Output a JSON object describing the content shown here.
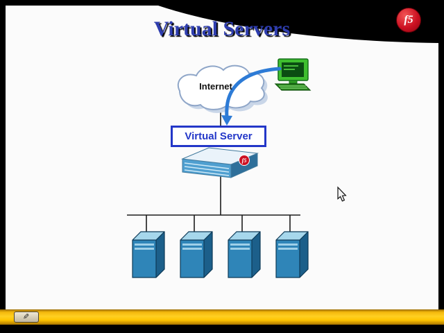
{
  "slide": {
    "title": "Virtual Servers"
  },
  "logo": {
    "brand": "f5"
  },
  "diagram": {
    "internet_label": "Internet",
    "virtual_server_label": "Virtual Server",
    "appliance_logo": "f5",
    "server_count": 4,
    "icons": {
      "cloud": "internet-cloud-icon",
      "client": "client-computer-icon",
      "arrow": "client-to-virtual-server-arrow",
      "appliance": "f5-appliance-icon",
      "server": "pool-server-tower-icon"
    }
  },
  "toolbar": {
    "pen_icon": "✎"
  },
  "colors": {
    "title_blue": "#2e3dae",
    "box_blue": "#2337c8",
    "arrow_blue": "#2d7bd6",
    "cloud_outline": "#8fa6c8",
    "server_front": "#2f85b8",
    "server_top": "#a6d7ec",
    "server_side": "#1c5f8a",
    "computer_green": "#3fbf2f",
    "logo_red": "#cc1122",
    "taskbar_yellow": "#ffc400"
  }
}
